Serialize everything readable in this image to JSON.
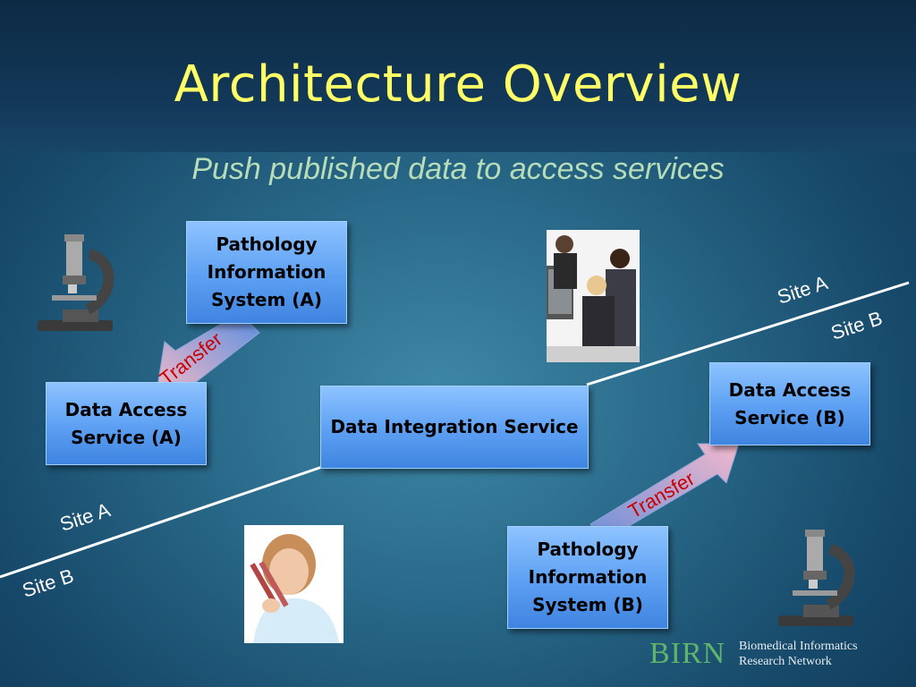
{
  "slide": {
    "title": "Architecture Overview",
    "subtitle": "Push published data to access services"
  },
  "boxes": {
    "pathology_a": "Pathology\nInformation\nSystem (A)",
    "data_access_a": "Data Access\nService (A)",
    "data_integration": "Data Integration Service",
    "data_access_b": "Data Access\nService (B)",
    "pathology_b": "Pathology\nInformation\nSystem (B)"
  },
  "arrows": {
    "transfer_a": "Transfer",
    "transfer_b": "Transfer"
  },
  "site_labels": {
    "right_upper": "Site A",
    "right_lower": "Site B",
    "left_upper": "Site A",
    "left_lower": "Site B"
  },
  "footer": {
    "logo": "BIRN",
    "org_name": "Biomedical Informatics\nResearch Network"
  },
  "icons": [
    "microscope-icon",
    "people-photo",
    "scientist-photo"
  ],
  "colors": {
    "title": "#ffff66",
    "subtitle": "#b6ddb8",
    "box_fill": "#5c9ff2",
    "transfer_text": "#cc0000",
    "logo": "#5fb56a"
  }
}
